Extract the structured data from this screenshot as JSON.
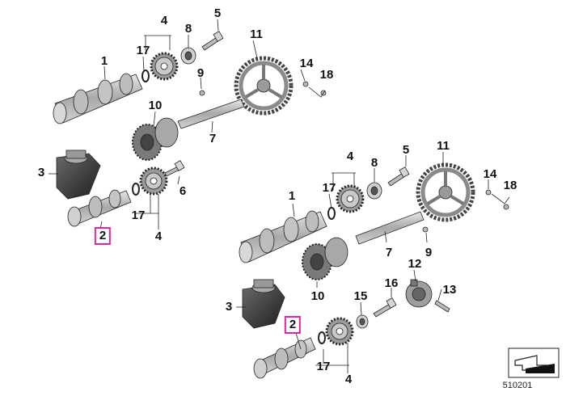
{
  "callouts": [
    {
      "id": "c1a",
      "text": "1"
    },
    {
      "id": "c2a",
      "text": "2",
      "highlight": true
    },
    {
      "id": "c3a",
      "text": "3"
    },
    {
      "id": "c4a",
      "text": "4"
    },
    {
      "id": "c4b",
      "text": "4"
    },
    {
      "id": "c5a",
      "text": "5"
    },
    {
      "id": "c6a",
      "text": "6"
    },
    {
      "id": "c7a",
      "text": "7"
    },
    {
      "id": "c8a",
      "text": "8"
    },
    {
      "id": "c9a",
      "text": "9"
    },
    {
      "id": "c10a",
      "text": "10"
    },
    {
      "id": "c11a",
      "text": "11"
    },
    {
      "id": "c14a",
      "text": "14"
    },
    {
      "id": "c17a",
      "text": "17"
    },
    {
      "id": "c17b",
      "text": "17"
    },
    {
      "id": "c18a",
      "text": "18"
    },
    {
      "id": "c1b",
      "text": "1"
    },
    {
      "id": "c2b",
      "text": "2",
      "highlight": true
    },
    {
      "id": "c3b",
      "text": "3"
    },
    {
      "id": "c4c",
      "text": "4"
    },
    {
      "id": "c4d",
      "text": "4"
    },
    {
      "id": "c5b",
      "text": "5"
    },
    {
      "id": "c7b",
      "text": "7"
    },
    {
      "id": "c8b",
      "text": "8"
    },
    {
      "id": "c9b",
      "text": "9"
    },
    {
      "id": "c10b",
      "text": "10"
    },
    {
      "id": "c11b",
      "text": "11"
    },
    {
      "id": "c12a",
      "text": "12"
    },
    {
      "id": "c13a",
      "text": "13"
    },
    {
      "id": "c14b",
      "text": "14"
    },
    {
      "id": "c15a",
      "text": "15"
    },
    {
      "id": "c16a",
      "text": "16"
    },
    {
      "id": "c17c",
      "text": "17"
    },
    {
      "id": "c17d",
      "text": "17"
    },
    {
      "id": "c18b",
      "text": "18"
    }
  ],
  "diagram_ref": "510201",
  "colors": {
    "highlight": "#e0269e",
    "part_grey": "#b9b9b9",
    "part_dark": "#3a3a3a",
    "line": "#222222"
  }
}
